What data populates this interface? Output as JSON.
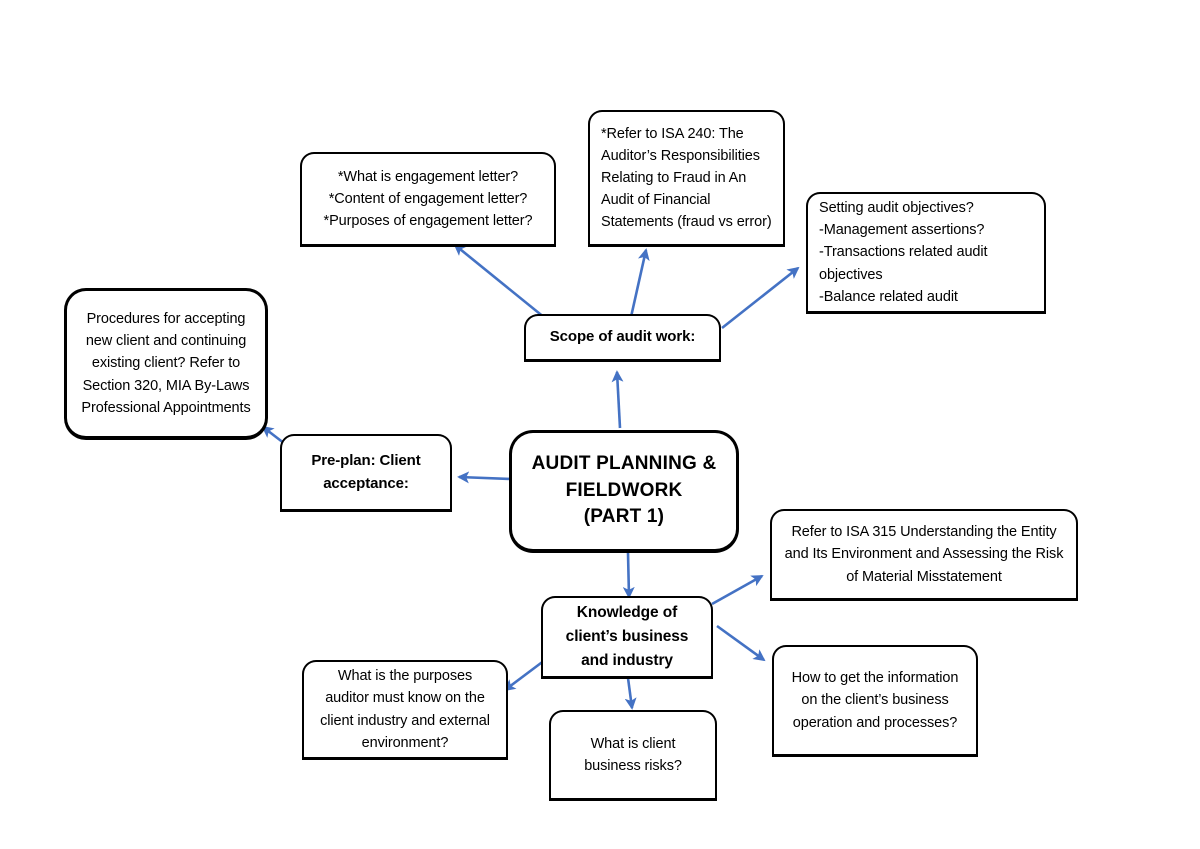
{
  "diagram": {
    "title": "AUDIT PLANNING & FIELDWORK (PART 1)",
    "accent_color": "#4472C4",
    "outline_color": "#000000",
    "background_color": "#FFFFFF"
  },
  "nodes": {
    "engagement_letter": {
      "text": "*What is engagement letter?\n*Content of engagement letter?\n*Purposes of engagement letter?"
    },
    "isa_240": {
      "text": "*Refer to ISA 240: The Auditor’s Responsibilities Relating to Fraud in An Audit of Financial Statements (fraud vs error)"
    },
    "audit_objectives": {
      "text": "Setting audit objectives?\n-Management assertions?\n-Transactions related audit objectives\n-Balance related audit"
    },
    "procedures": {
      "text": "Procedures for accepting new client and continuing existing client? Refer to Section 320, MIA By-Laws Professional Appointments"
    },
    "scope_of_audit_work": {
      "text": "Scope of audit work:"
    },
    "pre_plan": {
      "text": "Pre-plan: Client acceptance:"
    },
    "center": {
      "text": "AUDIT PLANNING &\nFIELDWORK\n(PART 1)"
    },
    "isa_315": {
      "text": "Refer to ISA 315 Understanding the Entity and Its Environment and Assessing the Risk of Material Misstatement"
    },
    "knowledge": {
      "text": "Knowledge of\nclient’s business\nand industry"
    },
    "purposes_industry": {
      "text": "What is the purposes auditor must know on the client industry and external environment?"
    },
    "business_risks": {
      "text": "What is client business risks?"
    },
    "how_to_get_info": {
      "text": "How to get the information on the client’s business operation and processes?"
    }
  },
  "connections": [
    {
      "name": "center-to-scope",
      "from": "center",
      "to": "scope_of_audit_work"
    },
    {
      "name": "center-to-preplan",
      "from": "center",
      "to": "pre_plan"
    },
    {
      "name": "center-to-knowledge",
      "from": "center",
      "to": "knowledge"
    },
    {
      "name": "scope-to-engagement-letter",
      "from": "scope_of_audit_work",
      "to": "engagement_letter"
    },
    {
      "name": "scope-to-isa-240",
      "from": "scope_of_audit_work",
      "to": "isa_240"
    },
    {
      "name": "scope-to-audit-objectives",
      "from": "scope_of_audit_work",
      "to": "audit_objectives"
    },
    {
      "name": "preplan-to-procedures",
      "from": "pre_plan",
      "to": "procedures"
    },
    {
      "name": "knowledge-to-isa-315",
      "from": "knowledge",
      "to": "isa_315"
    },
    {
      "name": "knowledge-to-purposes-industry",
      "from": "knowledge",
      "to": "purposes_industry"
    },
    {
      "name": "knowledge-to-business-risks",
      "from": "knowledge",
      "to": "business_risks"
    },
    {
      "name": "knowledge-to-how-to-get-info",
      "from": "knowledge",
      "to": "how_to_get_info"
    }
  ]
}
